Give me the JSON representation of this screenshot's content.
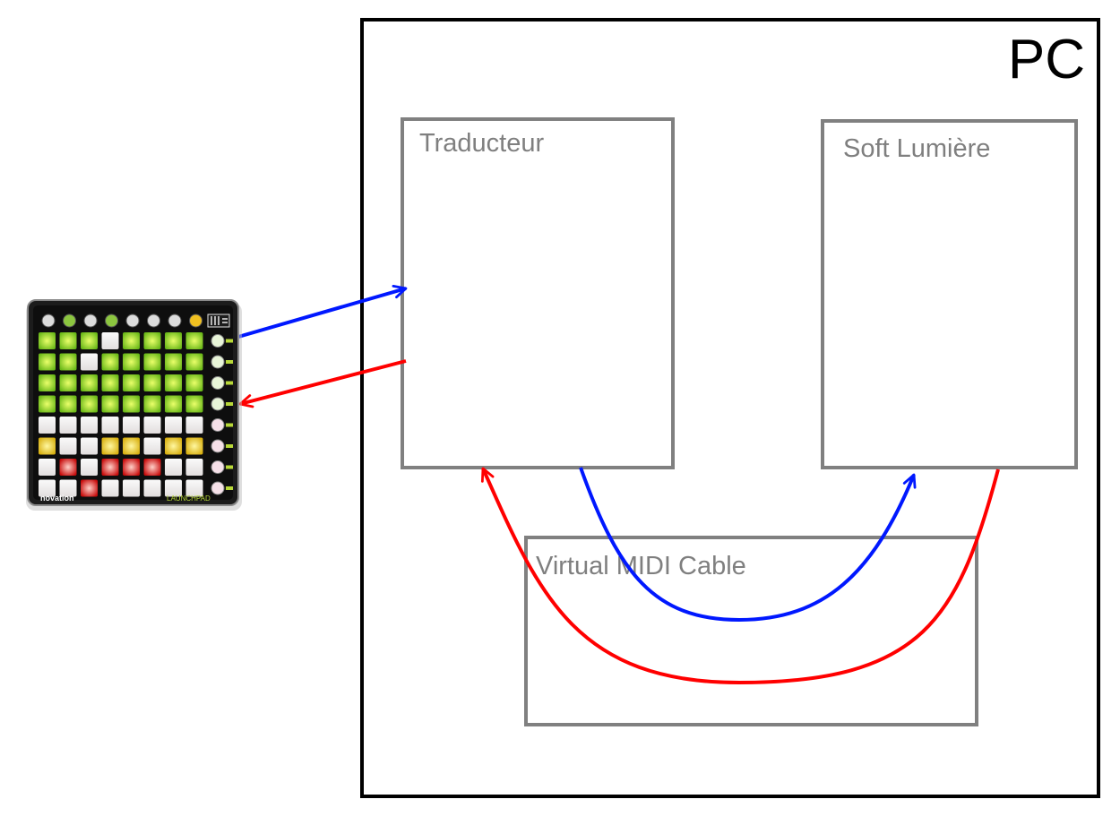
{
  "pc": {
    "label": "PC"
  },
  "boxes": {
    "traducteur": {
      "label": "Traducteur"
    },
    "soft_lumiere": {
      "label": "Soft Lumière"
    },
    "virtual_midi": {
      "label": "Virtual MIDI Cable"
    }
  },
  "device": {
    "brand": "novation",
    "model": "LAUNCHPAD",
    "pad_grid": [
      [
        "green",
        "green",
        "green",
        "white",
        "green",
        "green",
        "green",
        "green"
      ],
      [
        "green",
        "green",
        "white",
        "green",
        "green",
        "green",
        "green",
        "green"
      ],
      [
        "green",
        "green",
        "green",
        "green",
        "green",
        "green",
        "green",
        "green"
      ],
      [
        "green",
        "green",
        "green",
        "green",
        "green",
        "green",
        "green",
        "green"
      ],
      [
        "white",
        "white",
        "white",
        "white",
        "white",
        "white",
        "white",
        "white"
      ],
      [
        "yellow",
        "white",
        "white",
        "yellow",
        "yellow",
        "white",
        "yellow",
        "yellow"
      ],
      [
        "white",
        "red",
        "white",
        "red",
        "red",
        "red",
        "white",
        "white"
      ],
      [
        "white",
        "white",
        "red",
        "white",
        "white",
        "white",
        "white",
        "white"
      ]
    ]
  },
  "colors": {
    "blue_arrow": "#0018ff",
    "red_arrow": "#ff0000",
    "box_stroke": "#808080",
    "pc_stroke": "#000000",
    "pad_green": "#8fd21a",
    "pad_yellow": "#f0d020",
    "pad_red": "#e01818",
    "pad_white": "#f2f2f2"
  }
}
